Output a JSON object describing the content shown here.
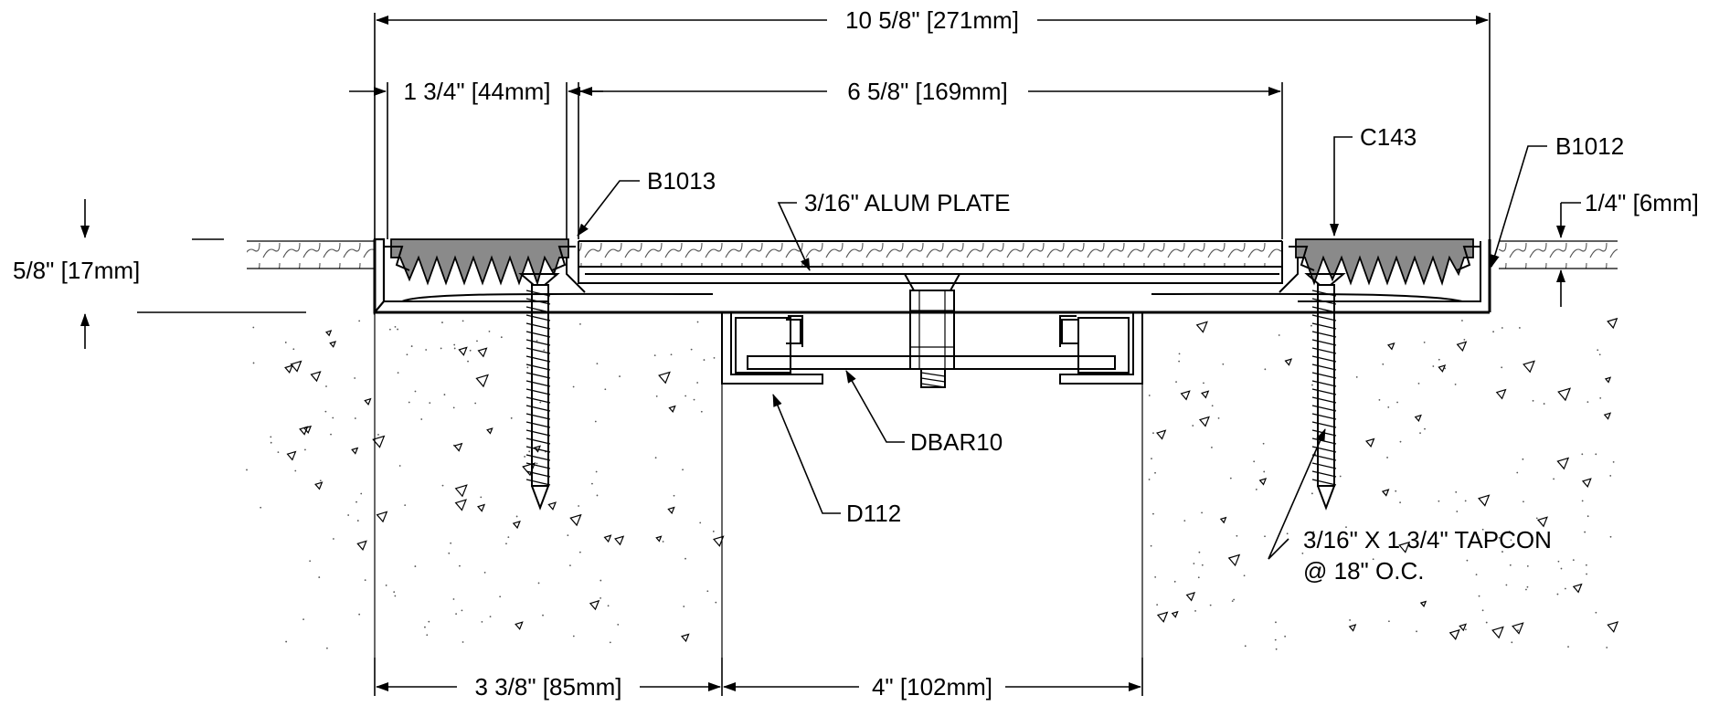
{
  "dimensions": {
    "overall": "10 5/8\" [271mm]",
    "left_seal": "1 3/4\" [44mm]",
    "plate_span": "6 5/8\" [169mm]",
    "depth": "5/8\" [17mm]",
    "recess": "1/4\" [6mm]",
    "left_base": "3 3/8\" [85mm]",
    "gap": "4\" [102mm]"
  },
  "callouts": {
    "b1013": "B1013",
    "alum_plate": "3/16\" ALUM PLATE",
    "c143": "C143",
    "b1012": "B1012",
    "dbar10": "DBAR10",
    "d112": "D112",
    "tapcon_line1": "3/16\" X 1 3/4\" TAPCON",
    "tapcon_line2": "@ 18\" O.C."
  }
}
